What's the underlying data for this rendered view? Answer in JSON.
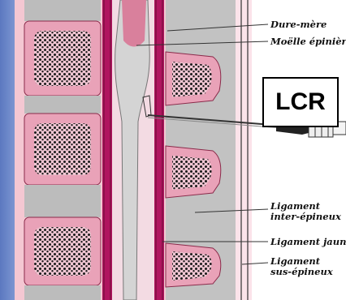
{
  "labels": {
    "dura": "Dure-mère",
    "cord": "Moëlle épinière",
    "csf": "LCR",
    "interspinous_1": "Ligament",
    "interspinous_2": "inter-épineux",
    "flavum": "Ligament jaune",
    "supraspinous_1": "Ligament",
    "supraspinous_2": "sus-épineux"
  },
  "colors": {
    "background_left": "#6a86c8",
    "background_right": "#ffffff",
    "bone": "#e9a2b8",
    "bone_spongy": "#1a1a1a",
    "disc": "#b9b9b9",
    "ligament": "#b0155f",
    "dura": "#f6d9e2",
    "cord": "#d9d9d9"
  }
}
